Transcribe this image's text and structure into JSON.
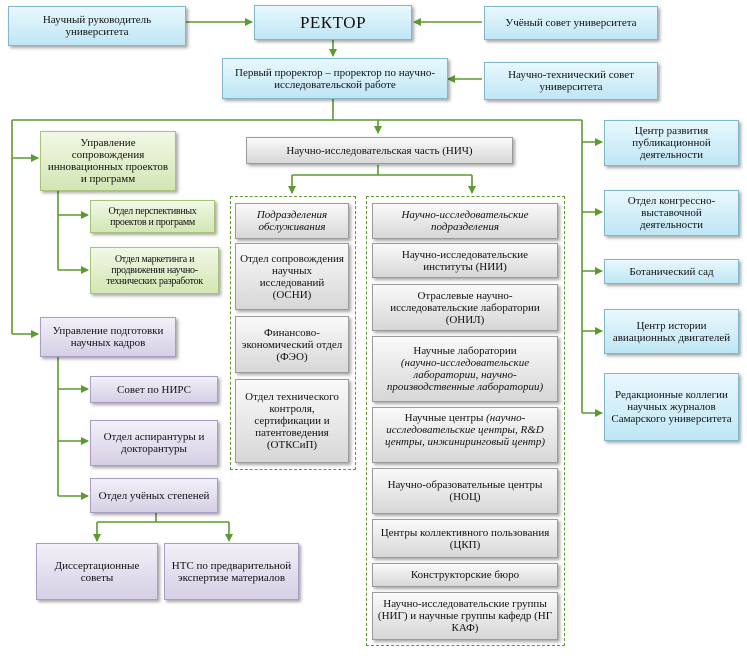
{
  "nodes": {
    "sci_supervisor": "Научный руководитель университета",
    "rector": "РЕКТОР",
    "academic_council": "Учёный совет университета",
    "first_vice_rector": "Первый проректор – проректор по научно-исследовательской работе",
    "sci_tech_council": "Научно-технический совет университета",
    "nich": "Научно-исследовательская часть (НИЧ)",
    "innov_mgmt": "Управление сопровождения инновационных проектов и программ",
    "perspective_projects": "Отдел перспективных проектов и программ",
    "marketing": "Отдел маркетинга и продвижения научно-технических разработок",
    "staff_mgmt": "Управление подготовки научных кадров",
    "nirs_council": "Совет по НИРС",
    "postgrad": "Отдел аспирантуры и докторантуры",
    "degrees": "Отдел учёных степеней",
    "diss_councils": "Диссертационные советы",
    "nts_expert": "НТС по предварительной экспертизе материалов",
    "service_header": "Подразделения обслуживания",
    "osni": "Отдел сопровождения научных исследований (ОСНИ)",
    "feo": "Финансово-экономический отдел (ФЭО)",
    "otksip": "Отдел технического контроля, сертификации и патентоведения (ОТКСиП)",
    "research_header": "Научно-исследовательские подразделения",
    "nii": "Научно-исследовательские институты (НИИ)",
    "onil": "Отраслевые научно-исследовательские лаборатории (ОНИЛ)",
    "labs_main": "Научные лаборатории",
    "labs_sub": "(научно-исследовательские лаборатории, научно-производственные лаборатории)",
    "centers_main": "Научные центры",
    "centers_sub": "(научно-исследовательские центры, R&D центры, инжиниринговый центр)",
    "noc": "Научно-образовательные центры (НОЦ)",
    "ckp": "Центры коллективного пользования (ЦКП)",
    "design_bureau": "Конструкторские бюро",
    "nig": "Научно-исследовательские группы (НИГ) и научные группы кафедр (НГ КАФ)",
    "publication_center": "Центр развития публикационной деятельности",
    "congress_dept": "Отдел конгрессно-выставочной деятельности",
    "botanical_garden": "Ботанический сад",
    "aviation_history": "Центр истории авиационных двигателей",
    "editorial_boards": "Редакционные коллегии научных журналов Самарского университета"
  },
  "colors": {
    "connector": "#5c9a2f",
    "cyan_fill": "#cdeaf6",
    "green_fill": "#dcebc3",
    "lilac_fill": "#ddd6ea",
    "gray_fill": "#e4e4e4"
  }
}
